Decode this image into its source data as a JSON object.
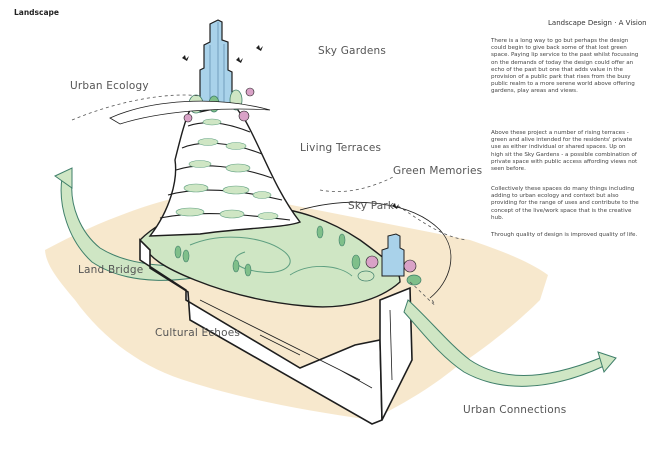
{
  "header": {
    "section": "Landscape",
    "title": "Landscape Design · A Vision"
  },
  "copy": {
    "p1": "There is a long way to go but perhaps the design could begin to give back some of that lost green space. Paying lip service to the past whilst focussing on the demands of today the design could offer an echo of the past but one that adds value in the provision of a public park that rises from the busy public realm to a more serene world above offering gardens, play areas and views.",
    "p2": "Above these project a number of rising terraces - green and alive intended for the residents' private use as either individual or shared spaces. Up on high sit the Sky Gardens - a possible combination of private space with public access affording views not seen before.",
    "p3": "Collectively these spaces do many things including adding to urban ecology and context but also providing for the range of uses and contribute to the concept of the live/work space that is the creative hub.",
    "p4": "Through quality of design is improved quality of life."
  },
  "labels": {
    "sky_gardens": "Sky Gardens",
    "urban_ecology": "Urban Ecology",
    "living_terraces": "Living Terraces",
    "green_memories": "Green Memories",
    "sky_park": "Sky Park",
    "land_bridge": "Land Bridge",
    "cultural_echoes": "Cultural Echoes",
    "urban_connections": "Urban Connections"
  },
  "colors": {
    "green_fill": "#cfe6c4",
    "green_dark": "#7fbf8a",
    "sand": "#f6e6c8",
    "glass": "#a9d2ea",
    "flower": "#d9a2c7",
    "ink": "#1e1e1e"
  }
}
